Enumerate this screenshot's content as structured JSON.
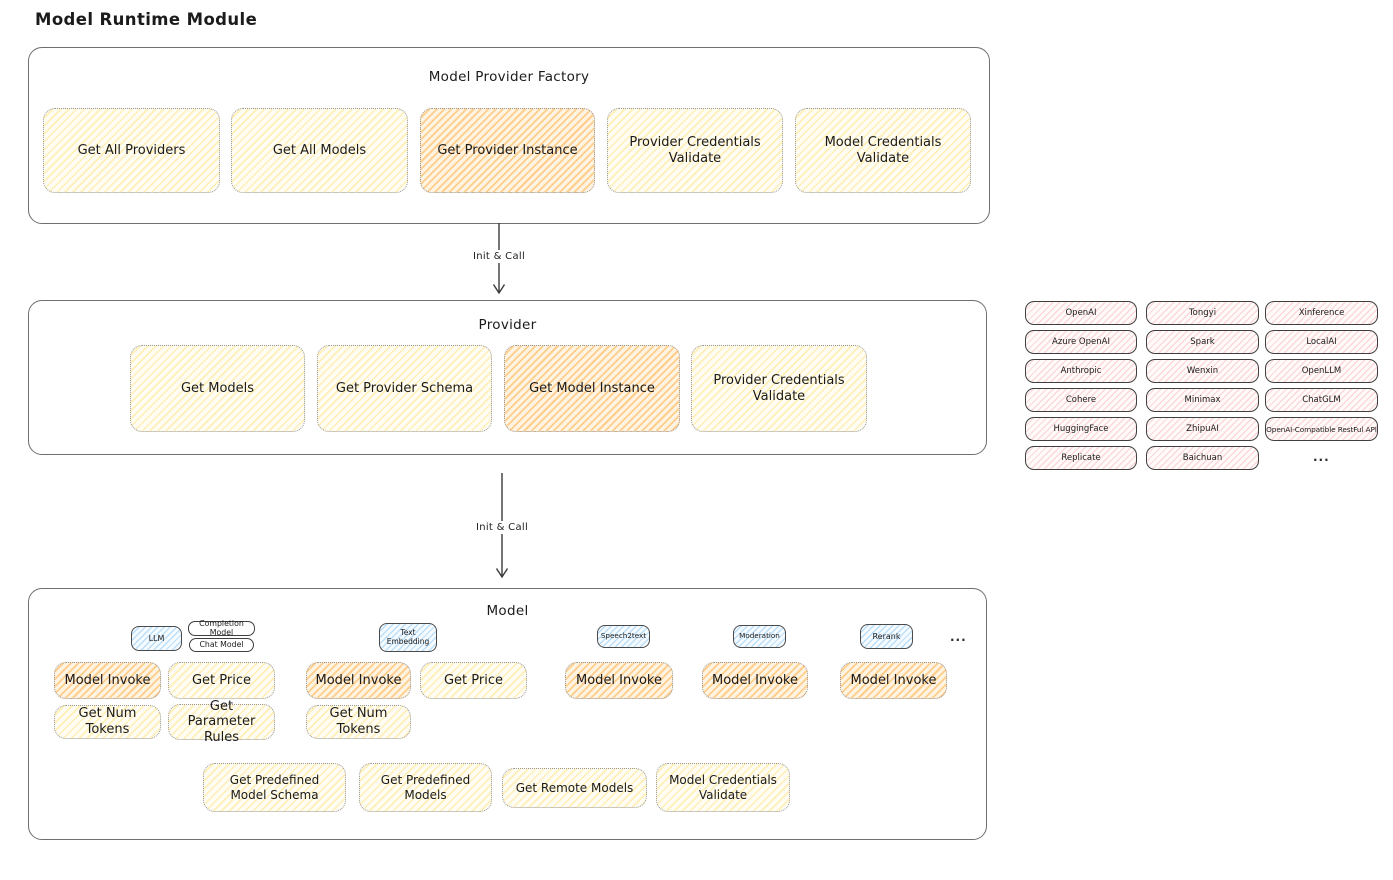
{
  "title": "Model Runtime Module",
  "arrows": {
    "init_call": "Init & Call"
  },
  "colors": {
    "highlight_orange": "#ffc078",
    "box_yellow": "#ffec99",
    "provider_chip_pink": "#ffc9c9",
    "tab_blue": "#a5d8ff",
    "panel_border": "#6f6f6f",
    "text": "#1b1b1b"
  },
  "factory": {
    "title": "Model Provider Factory",
    "items": [
      "Get All Providers",
      "Get All Models",
      "Get Provider Instance",
      "Provider Credentials Validate",
      "Model Credentials Validate"
    ]
  },
  "provider": {
    "title": "Provider",
    "items": [
      "Get Models",
      "Get Provider Schema",
      "Get Model Instance",
      "Provider Credentials Validate"
    ]
  },
  "providers_panel": {
    "items": [
      "OpenAI",
      "Tongyi",
      "Xinference",
      "Azure OpenAI",
      "Spark",
      "LocalAI",
      "Anthropic",
      "Wenxin",
      "OpenLLM",
      "Cohere",
      "Minimax",
      "ChatGLM",
      "HuggingFace",
      "ZhipuAI",
      "OpenAI-Compatible RestFul API",
      "Replicate",
      "Baichuan"
    ],
    "more": "..."
  },
  "model": {
    "title": "Model",
    "tabs": {
      "llm": "LLM",
      "completion": "Completion Model",
      "chat": "Chat Model",
      "text_embedding": "Text Embedding",
      "speech2text": "Speech2text",
      "moderation": "Moderation",
      "rerank": "Rerank",
      "more": "..."
    },
    "functions": {
      "model_invoke": "Model Invoke",
      "get_price": "Get Price",
      "get_num_tokens": "Get Num Tokens",
      "get_parameter_rules": "Get Parameter Rules",
      "get_predefined_model_schema": "Get Predefined Model Schema",
      "get_predefined_models": "Get Predefined Models",
      "get_remote_models": "Get Remote Models",
      "model_credentials_validate": "Model Credentials Validate"
    }
  }
}
